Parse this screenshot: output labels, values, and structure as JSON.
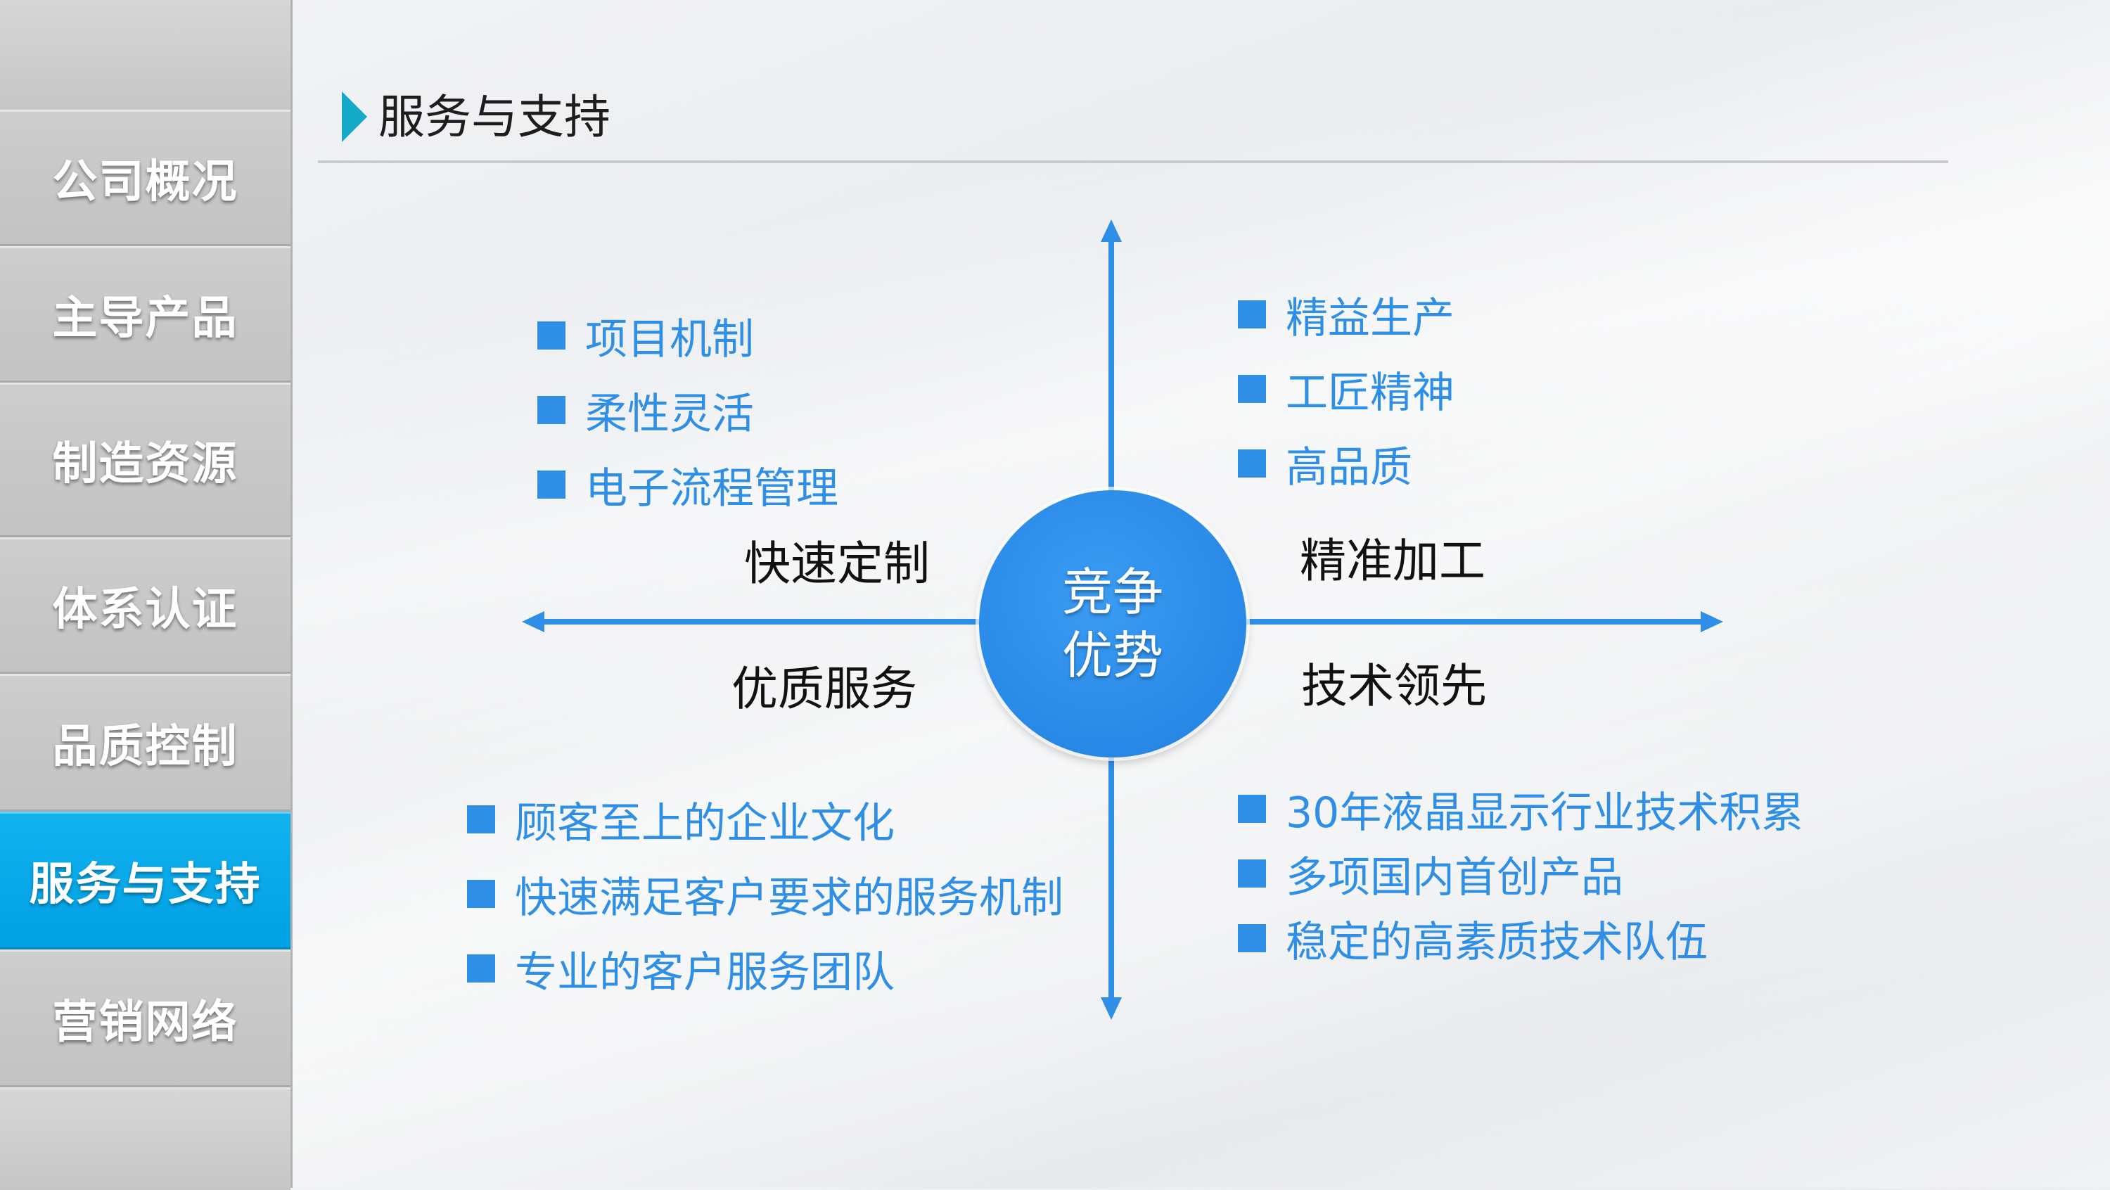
{
  "sidebar": {
    "items": [
      {
        "label": "公司概况",
        "active": false
      },
      {
        "label": "主导产品",
        "active": false
      },
      {
        "label": "制造资源",
        "active": false
      },
      {
        "label": "体系认证",
        "active": false
      },
      {
        "label": "品质控制",
        "active": false
      },
      {
        "label": "服务与支持",
        "active": true
      },
      {
        "label": "营销网络",
        "active": false
      }
    ]
  },
  "header": {
    "title": "服务与支持"
  },
  "diagram": {
    "center": {
      "line1": "竞争",
      "line2": "优势"
    },
    "labels": {
      "top_left": "快速定制",
      "top_right": "精准加工",
      "bottom_left": "优质服务",
      "bottom_right": "技术领先"
    },
    "lists": {
      "top_left": [
        "项目机制",
        "柔性灵活",
        "电子流程管理"
      ],
      "top_right": [
        "精益生产",
        "工匠精神",
        "高品质"
      ],
      "bottom_left": [
        "顾客至上的企业文化",
        "快速满足客户要求的服务机制",
        "专业的客户服务团队"
      ],
      "bottom_right": [
        "30年液晶显示行业技术积累",
        "多项国内首创产品",
        "稳定的高素质技术队伍"
      ]
    }
  },
  "colors": {
    "accent_blue": "#2f8fe6",
    "active_tab": "#00a0e4",
    "title_arrow": "#15a9c8"
  }
}
